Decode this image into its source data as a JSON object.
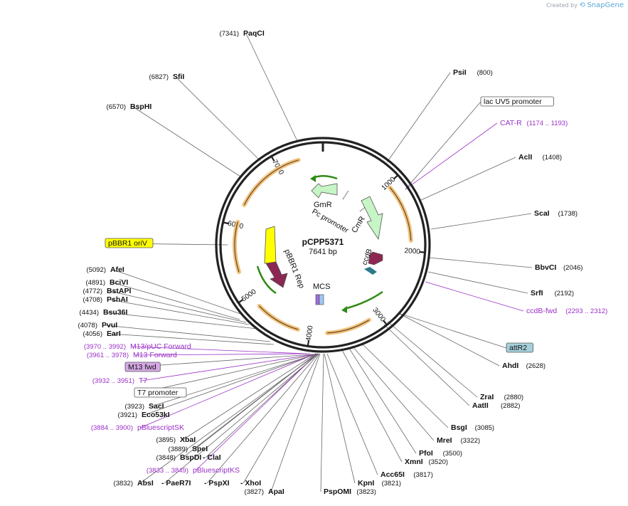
{
  "credit": {
    "prefix": "Created by",
    "brand": "SnapGene"
  },
  "plasmid": {
    "name": "pCPP5371",
    "length_label": "7641 bp",
    "length": 7641
  },
  "ticks": [
    {
      "pos": 1000,
      "label": "1000"
    },
    {
      "pos": 2000,
      "label": "2000"
    },
    {
      "pos": 3000,
      "label": "3000"
    },
    {
      "pos": 4000,
      "label": "4000"
    },
    {
      "pos": 5000,
      "label": "5000"
    },
    {
      "pos": 6000,
      "label": "6000"
    },
    {
      "pos": 7000,
      "label": "7000"
    }
  ],
  "colors": {
    "enzyme": "#000000",
    "primer": "#9b30c7",
    "orf": "#f1c27d",
    "gmr": "#c6f5c6",
    "cmr": "#c6f5c6",
    "rep": "#8b2752",
    "ccdb": "#8b2752",
    "oriV": "#ffff00",
    "attr2": "#a6d0dc",
    "m13fwd": "#d6a8e6"
  },
  "sites": [
    {
      "name": "PaqCI",
      "coord": "(7341)",
      "kind": "enzyme",
      "side": "L"
    },
    {
      "name": "SfiI",
      "coord": "(6827)",
      "kind": "enzyme",
      "side": "L"
    },
    {
      "name": "BspHI",
      "coord": "(6570)",
      "kind": "enzyme",
      "side": "L"
    },
    {
      "name": "pBBR1 oriV",
      "coord": "",
      "kind": "box",
      "side": "L"
    },
    {
      "name": "AfeI",
      "coord": "(5092)",
      "kind": "enzyme",
      "side": "L"
    },
    {
      "name": "BciVI",
      "coord": "(4891)",
      "kind": "enzyme",
      "side": "L"
    },
    {
      "name": "BstAPI",
      "coord": "(4772)",
      "kind": "enzyme",
      "side": "L"
    },
    {
      "name": "PshAI",
      "coord": "(4708)",
      "kind": "enzyme",
      "side": "L"
    },
    {
      "name": "Bsu36I",
      "coord": "(4434)",
      "kind": "enzyme",
      "side": "L"
    },
    {
      "name": "PvuI",
      "coord": "(4078)",
      "kind": "enzyme",
      "side": "L"
    },
    {
      "name": "EarI",
      "coord": "(4056)",
      "kind": "enzyme",
      "side": "L"
    },
    {
      "name": "M13/pUC Forward",
      "coord": "(3970 .. 3992)",
      "kind": "primer",
      "side": "L"
    },
    {
      "name": "M13 Forward",
      "coord": "(3961 .. 3978)",
      "kind": "primer",
      "side": "L"
    },
    {
      "name": "M13 fwd",
      "coord": "",
      "kind": "boxpurple",
      "side": "L"
    },
    {
      "name": "T7",
      "coord": "(3932 .. 3951)",
      "kind": "primer",
      "side": "L"
    },
    {
      "name": "T7 promoter",
      "coord": "",
      "kind": "boxwhite",
      "side": "L"
    },
    {
      "name": "SacI",
      "coord": "(3923)",
      "kind": "enzyme",
      "side": "L"
    },
    {
      "name": "Eco53kI",
      "coord": "(3921)",
      "kind": "enzyme",
      "side": "L"
    },
    {
      "name": "pBluescriptSK",
      "coord": "(3884 .. 3900)",
      "kind": "primer",
      "side": "L"
    },
    {
      "name": "XbaI",
      "coord": "(3895)",
      "kind": "enzyme",
      "side": "L"
    },
    {
      "name": "SpeI",
      "coord": "(3889)",
      "kind": "enzyme",
      "side": "L"
    },
    {
      "name": "BspDI",
      "coord": "(3848)",
      "kind": "enzyme",
      "side": "L"
    },
    {
      "name": "- ClaI",
      "coord": "",
      "kind": "enzyme",
      "side": "L"
    },
    {
      "name": "pBluescriptKS",
      "coord": "(3833 .. 3849)",
      "kind": "primer",
      "side": "L"
    },
    {
      "name": "AbsI",
      "coord": "(3832)",
      "kind": "enzyme",
      "side": "L"
    },
    {
      "name": "- PaeR7I",
      "coord": "",
      "kind": "enzyme",
      "side": "L"
    },
    {
      "name": "- PspXI",
      "coord": "",
      "kind": "enzyme",
      "side": "L"
    },
    {
      "name": "- XhoI",
      "coord": "",
      "kind": "enzyme",
      "side": "L"
    },
    {
      "name": "ApaI",
      "coord": "(3827)",
      "kind": "enzyme",
      "side": "L"
    },
    {
      "name": "PspOMI",
      "coord": "(3823)",
      "kind": "enzyme",
      "side": "R"
    },
    {
      "name": "KpnI",
      "coord": "(3821)",
      "kind": "enzyme",
      "side": "R"
    },
    {
      "name": "Acc65I",
      "coord": "(3817)",
      "kind": "enzyme",
      "side": "R"
    },
    {
      "name": "XmnI",
      "coord": "(3520)",
      "kind": "enzyme",
      "side": "R"
    },
    {
      "name": "PfoI",
      "coord": "(3500)",
      "kind": "enzyme",
      "side": "R"
    },
    {
      "name": "MreI",
      "coord": "(3322)",
      "kind": "enzyme",
      "side": "R"
    },
    {
      "name": "BsgI",
      "coord": "(3085)",
      "kind": "enzyme",
      "side": "R"
    },
    {
      "name": "AatII",
      "coord": "(2882)",
      "kind": "enzyme",
      "side": "R"
    },
    {
      "name": "ZraI",
      "coord": "(2880)",
      "kind": "enzyme",
      "side": "R"
    },
    {
      "name": "AhdI",
      "coord": "(2628)",
      "kind": "enzyme",
      "side": "R"
    },
    {
      "name": "attR2",
      "coord": "",
      "kind": "boxblue",
      "side": "R"
    },
    {
      "name": "ccdB-fwd",
      "coord": "(2293 .. 2312)",
      "kind": "primer",
      "side": "R"
    },
    {
      "name": "SrfI",
      "coord": "(2192)",
      "kind": "enzyme",
      "side": "R"
    },
    {
      "name": "BbvCI",
      "coord": "(2046)",
      "kind": "enzyme",
      "side": "R"
    },
    {
      "name": "ScaI",
      "coord": "(1738)",
      "kind": "enzyme",
      "side": "R"
    },
    {
      "name": "AclI",
      "coord": "(1408)",
      "kind": "enzyme",
      "side": "R"
    },
    {
      "name": "CAT-R",
      "coord": "(1174 .. 1193)",
      "kind": "primer",
      "side": "R"
    },
    {
      "name": "lac UV5 promoter",
      "coord": "",
      "kind": "boxwhite",
      "side": "R"
    },
    {
      "name": "PsiI",
      "coord": "(800)",
      "kind": "enzyme",
      "side": "R"
    }
  ],
  "features": {
    "gmr": "GmR",
    "pc_promoter": "Pc promoter",
    "cmr": "CmR",
    "ccdb": "ccdB",
    "pbbr1_rep": "pBBR1 Rep",
    "mcs": "MCS"
  }
}
